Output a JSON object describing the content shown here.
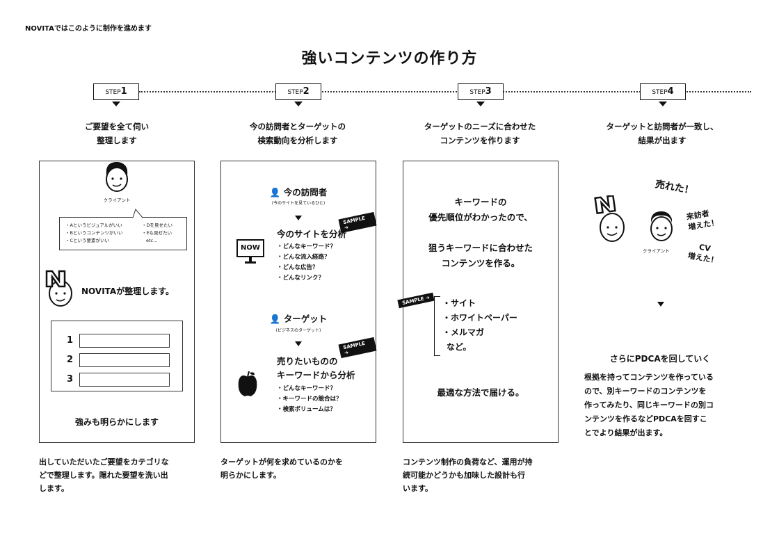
{
  "top_note": "NOVITAではこのように制作を進めます",
  "title": "強いコンテンツの作り方",
  "steps": [
    {
      "label": "STEP",
      "num": "1",
      "heading1": "ご要望を全て伺い",
      "heading2": "整理します"
    },
    {
      "label": "STEP",
      "num": "2",
      "heading1": "今の訪問者とターゲットの",
      "heading2": "検索動向を分析します"
    },
    {
      "label": "STEP",
      "num": "3",
      "heading1": "ターゲットのニーズに合わせた",
      "heading2": "コンテンツを作ります"
    },
    {
      "label": "STEP",
      "num": "4",
      "heading1": "ターゲットと訪問者が一致し、",
      "heading2": "結果が出ます"
    }
  ],
  "panel1": {
    "client_label": "クライアント",
    "bubble_left": [
      "・Aというビジュアルがいい",
      "・Bというコンテンツがいい",
      "・Cという要素がいい"
    ],
    "bubble_right": [
      "・Dを見せたい",
      "・Eも見せたい",
      "etc..."
    ],
    "novita_text": "NOVITAが整理します。",
    "rows": [
      "1",
      "2",
      "3"
    ],
    "footer": "強みも明らかにします"
  },
  "panel2": {
    "visitor_title": "今の訪問者",
    "visitor_sub": "(今のサイトを見ているひと)",
    "sample": "SAMPLE ➔",
    "analyze1": "今のサイトを分析",
    "list1": [
      "・どんなキーワード？",
      "・どんな流入経路？",
      "・どんな広告？",
      "・どんなリンク？"
    ],
    "now_label": "NOW",
    "target_title": "ターゲット",
    "target_sub": "(ビジネスのターゲット)",
    "analyze2a": "売りたいものの",
    "analyze2b": "キーワードから分析",
    "list2": [
      "・どんなキーワード？",
      "・キーワードの競合は？",
      "・検索ボリュームは？"
    ]
  },
  "panel3": {
    "text1": [
      "キーワードの",
      "優先順位がわかったので、"
    ],
    "text2": [
      "狙うキーワードに合わせた",
      "コンテンツを作る。"
    ],
    "sample": "SAMPLE ➔",
    "list": [
      "・サイト",
      "・ホワイトペーパー",
      "・メルマガ",
      "など。"
    ],
    "footer": "最適な方法で届ける。"
  },
  "panel4": {
    "sold": "売れた！",
    "visitors_up": [
      "来訪者",
      "増えた！"
    ],
    "cv_up": [
      "CV",
      "増えた！"
    ],
    "client_label": "クライアント",
    "pdca_title": "さらにPDCAを回していく",
    "pdca_body": [
      "根拠を持ってコンテンツを作っている",
      "ので、別キーワードのコンテンツを",
      "作ってみたり、同じキーワードの別コ",
      "ンテンツを作るなどPDCAを回すこ",
      "とでより結果が出ます。"
    ]
  },
  "captions": [
    [
      "出していただいたご要望をカテゴリな",
      "どで整理します。隠れた要望を洗い出",
      "します。"
    ],
    [
      "ターゲットが何を求めているのかを",
      "明らかにします。"
    ],
    [
      "コンテンツ制作の負荷など、運用が持",
      "続可能かどうかも加味した設計も行",
      "います。"
    ]
  ]
}
